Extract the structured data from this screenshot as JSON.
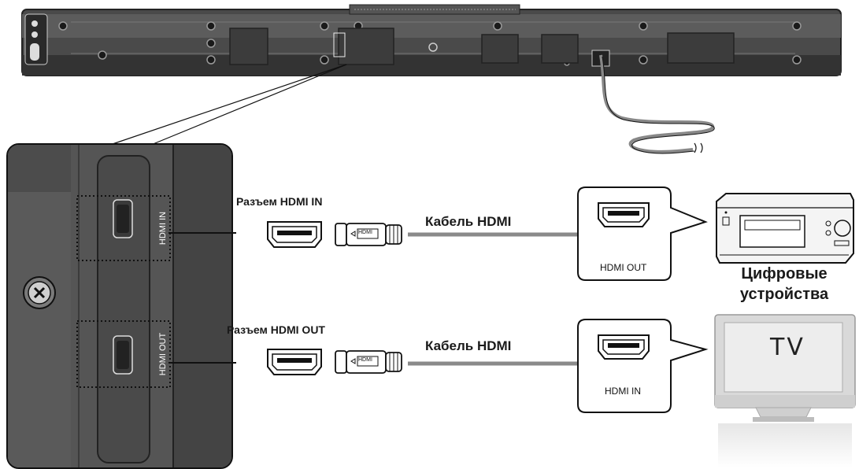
{
  "labels": {
    "hdmi_in_port": "Разъем HDMI IN",
    "hdmi_out_port": "Разъем HDMI OUT",
    "cable_top": "Кабель HDMI",
    "cable_bottom": "Кабель HDMI",
    "device_out_port": "HDMI OUT",
    "tv_in_port": "HDMI  IN",
    "digital_devices_line1": "Цифровые",
    "digital_devices_line2": "устройства",
    "tv_screen": "TV"
  },
  "panel": {
    "hdmi_in": "HDMI IN",
    "hdmi_out": "HDMI OUT"
  },
  "plug": {
    "brand": "HDMI"
  },
  "colors": {
    "soundbar_body": "#3a3a3a",
    "panel_gray": "#5a5a5a",
    "cable": "#888888",
    "outline": "#111111"
  },
  "icons": [
    "screw-x-icon",
    "hdmi-port-icon",
    "hdmi-plug-icon",
    "dvd-player-icon",
    "tv-icon"
  ]
}
